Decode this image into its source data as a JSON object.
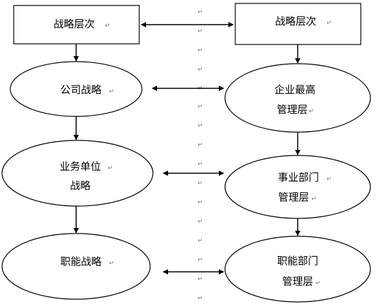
{
  "diagram": {
    "left": {
      "title": "战略层次",
      "corporate": "公司战略",
      "business_line1": "业务单位",
      "business_line2": "战略",
      "functional": "职能战略"
    },
    "right": {
      "title": "战略层次",
      "top_line1": "企业最高",
      "top_line2": "管理层",
      "division_line1": "事业部门",
      "division_line2": "管理层",
      "functional_line1": "职能部门",
      "functional_line2": "管理层"
    },
    "paragraph_mark": "↵"
  }
}
